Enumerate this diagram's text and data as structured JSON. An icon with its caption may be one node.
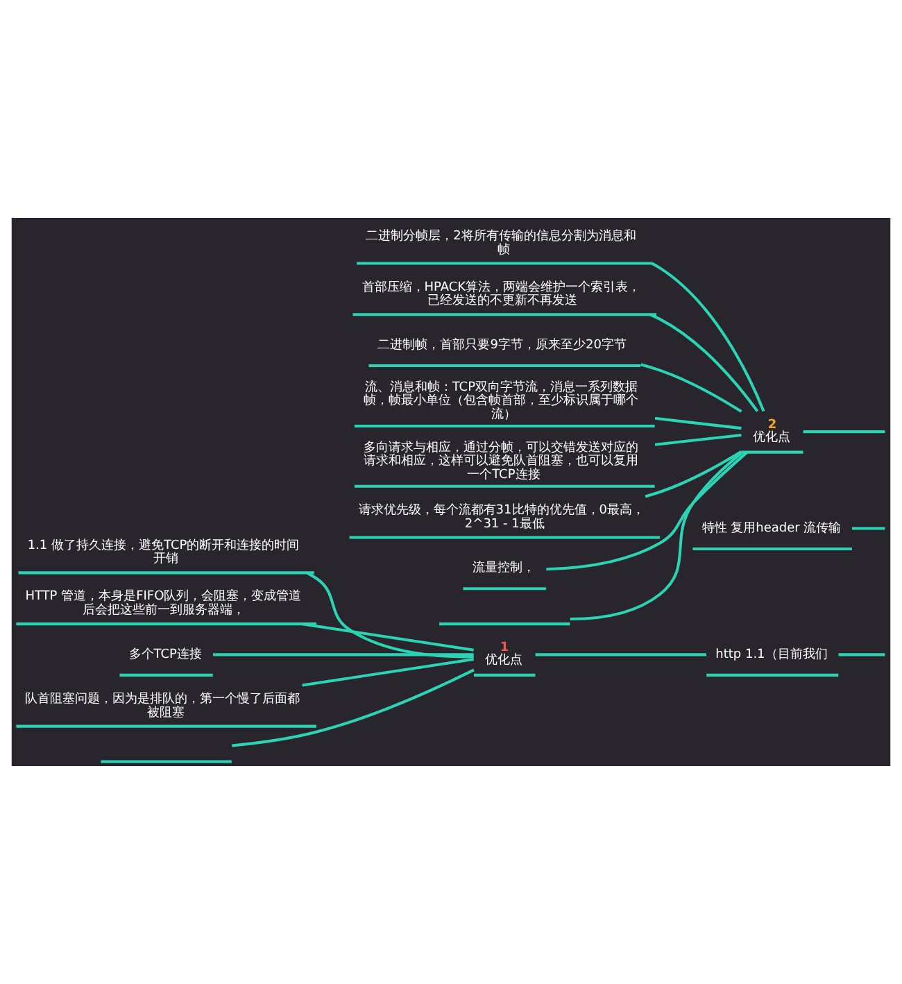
{
  "diagram": {
    "nodes": [
      {
        "text": [
          "http 1.1（目前我们"
        ]
      },
      {
        "text": [
          "1",
          "优化点"
        ]
      },
      {
        "text": [
          "1.1 做了持久连接，避免TCP的断开和连接的时间开销"
        ]
      },
      {
        "text": [
          "HTTP 管道，本身是FIFO队列，会阻塞，变成管道后会把这些前一到服务器端，"
        ]
      },
      {
        "text": [
          "多个TCP连接"
        ]
      },
      {
        "text": [
          "队首阻塞问题，因为是排队的，第一个慢了后面都被阻塞"
        ]
      },
      {
        "text": [],
        "shape": "line"
      },
      {
        "text": [
          "特性 复用header 流传输"
        ]
      },
      {
        "text": [
          "2",
          "优化点"
        ]
      },
      {
        "text": [
          "二进制分帧层，2将所有传输的信息分割为消息和帧"
        ]
      },
      {
        "text": [
          "首部压缩，HPACK算法，两端会维护一个索引表，已经发送的不更新不再发送"
        ]
      },
      {
        "text": [
          "二进制帧，首部只要9字节，原来至少20字节"
        ]
      },
      {
        "text": [
          "流、消息和帧：TCP双向字节流，消息一系列数据帧，帧最小单位（包含帧首部，至少标识属于哪个流）"
        ]
      },
      {
        "text": [
          "多向请求与相应，通过分帧，可以交错发送对应的请求和相应，这样可以避免队首阻塞，也可以复用一个TCP连接"
        ]
      },
      {
        "text": [
          "请求优先级，每个流都有31比特的优先值，0最高，2^31 - 1最低"
        ]
      },
      {
        "text": [
          "流量控制，"
        ]
      },
      {
        "text": [],
        "shape": "line"
      }
    ],
    "edges": [
      {
        "from": null,
        "to": 0,
        "arrow": "none"
      },
      {
        "from": 0,
        "to": 1,
        "arrow": "none"
      },
      {
        "from": 1,
        "to": 2,
        "arrow": "none"
      },
      {
        "from": 1,
        "to": 3,
        "arrow": "none"
      },
      {
        "from": 1,
        "to": 4,
        "arrow": "none"
      },
      {
        "from": 1,
        "to": 5,
        "arrow": "none"
      },
      {
        "from": 1,
        "to": 6,
        "arrow": "none"
      },
      {
        "from": null,
        "to": 7,
        "arrow": "none"
      },
      {
        "from": null,
        "to": 8,
        "arrow": "none"
      },
      {
        "from": 8,
        "to": 9,
        "arrow": "none"
      },
      {
        "from": 8,
        "to": 10,
        "arrow": "none"
      },
      {
        "from": 8,
        "to": 11,
        "arrow": "none"
      },
      {
        "from": 8,
        "to": 12,
        "arrow": "none"
      },
      {
        "from": 8,
        "to": 13,
        "arrow": "none"
      },
      {
        "from": 8,
        "to": 14,
        "arrow": "none"
      },
      {
        "from": 8,
        "to": 15,
        "arrow": "none"
      },
      {
        "from": 8,
        "to": 16,
        "arrow": "none"
      }
    ]
  }
}
